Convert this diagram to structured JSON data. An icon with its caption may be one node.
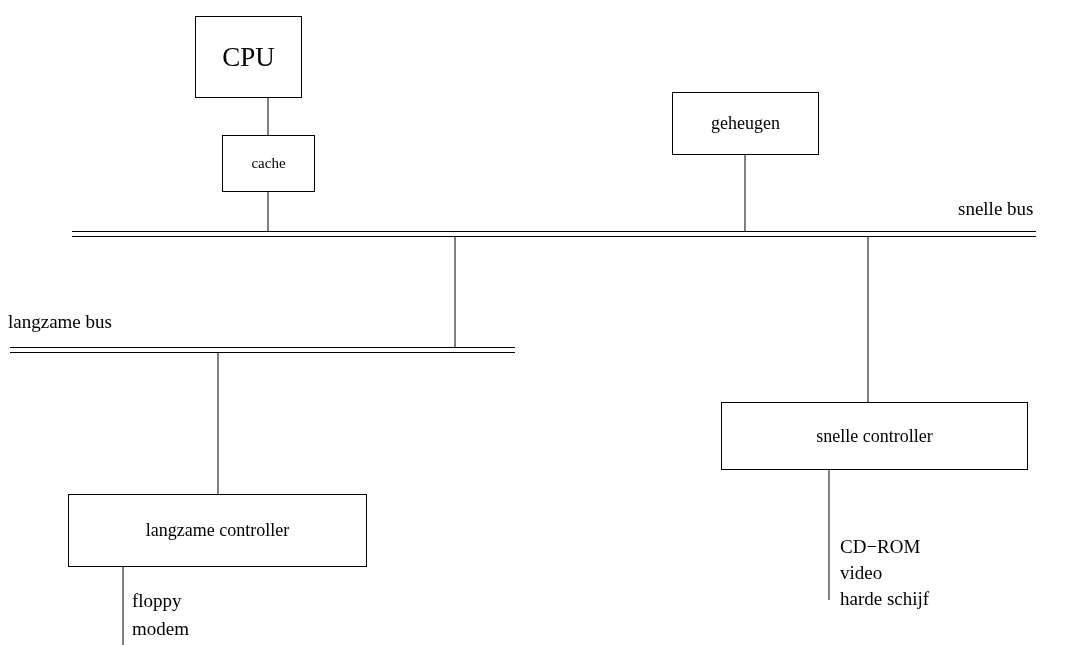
{
  "diagram": {
    "nodes": [
      {
        "text": [
          "CPU"
        ]
      },
      {
        "text": [
          "cache"
        ]
      },
      {
        "text": [
          "geheugen"
        ]
      },
      {
        "text": [],
        "shape": "bar",
        "beside": [
          "snelle bus"
        ]
      },
      {
        "text": [],
        "shape": "bar",
        "beside": [
          "langzame bus"
        ]
      },
      {
        "text": [
          "snelle controller"
        ],
        "beside": [
          "CD−ROM",
          "video",
          "harde schijf"
        ]
      },
      {
        "text": [
          "langzame controller"
        ],
        "beside": [
          "floppy",
          "modem"
        ]
      }
    ],
    "edges": [
      {
        "from": 0,
        "to": 1,
        "arrow": "none"
      },
      {
        "from": 1,
        "to": 3,
        "arrow": "none"
      },
      {
        "from": 2,
        "to": 3,
        "arrow": "none"
      },
      {
        "from": 3,
        "to": 4,
        "arrow": "none"
      },
      {
        "from": 3,
        "to": 5,
        "arrow": "none"
      },
      {
        "from": 4,
        "to": 6,
        "arrow": "none"
      }
    ]
  }
}
